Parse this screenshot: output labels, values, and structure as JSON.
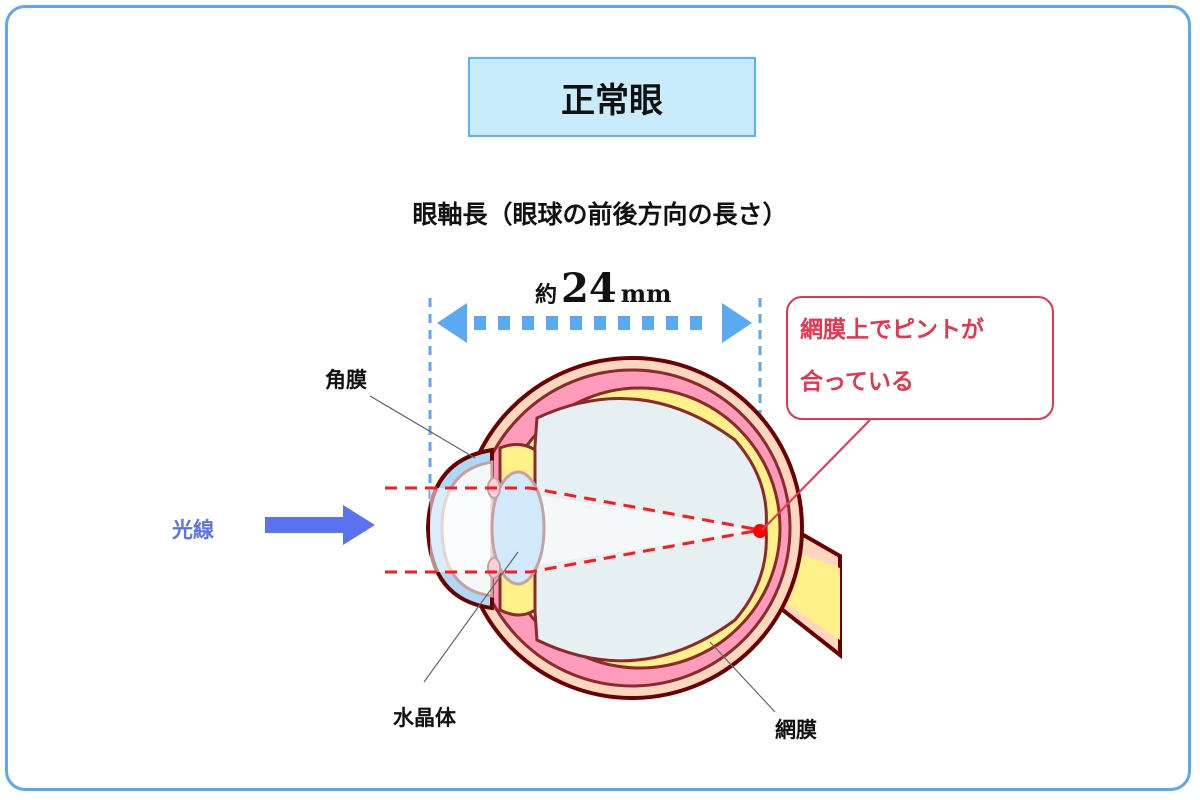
{
  "title": "正常眼",
  "subtitle": "眼軸長（眼球の前後方向の長さ）",
  "measurement": {
    "prefix": "約",
    "value": "24",
    "unit": "mm"
  },
  "labels": {
    "cornea": "角膜",
    "lens": "水晶体",
    "retina": "網膜",
    "light": "光線"
  },
  "callout": {
    "line1": "網膜上でピントが",
    "line2": "合っている"
  },
  "colors": {
    "frame": "#5ba8f5",
    "title_bg": "#c8ecfc",
    "callout": "#e8344f",
    "light_arrow": "#5b73ee",
    "focus": "#ff0000"
  }
}
